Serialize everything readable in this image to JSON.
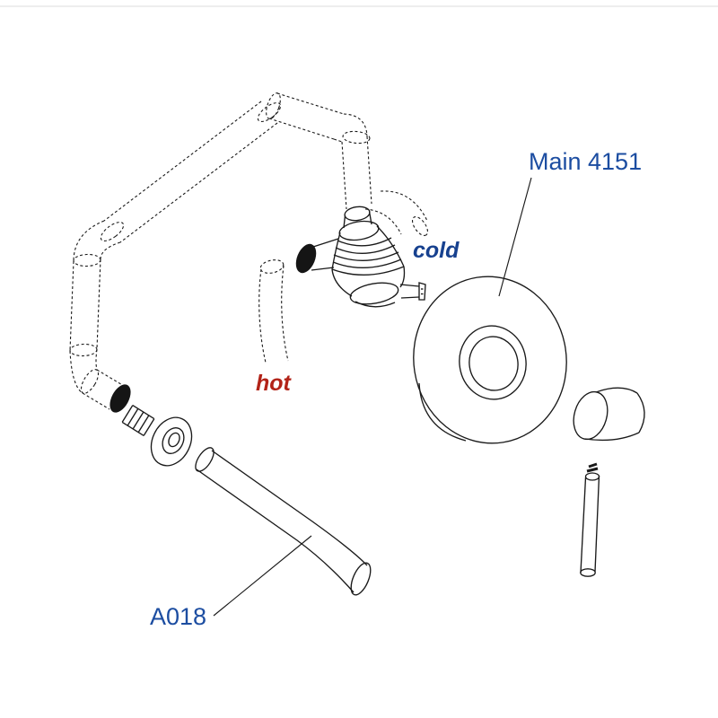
{
  "labels": {
    "main": "Main 4151",
    "spout": "A018",
    "hot": "hot",
    "cold": "cold"
  },
  "colors": {
    "label_blue": "#1c4da1",
    "cold_blue": "#17418f",
    "hot_red": "#b22318"
  }
}
